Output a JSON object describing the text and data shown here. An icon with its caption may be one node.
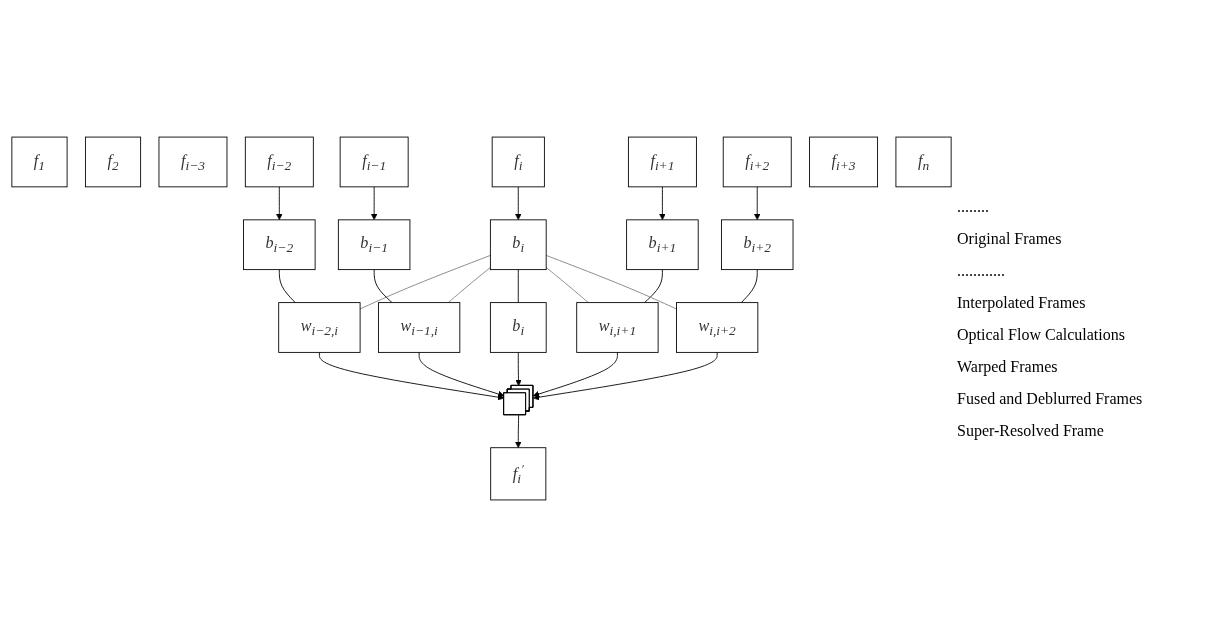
{
  "diagram": {
    "nodes": [
      {
        "text": [
          "f$_{1}$"
        ]
      },
      {
        "text": [
          "f$_{2}$"
        ]
      },
      {
        "text": [
          "f$_{i−3}$"
        ]
      },
      {
        "text": [
          "f$_{i−2}$"
        ]
      },
      {
        "text": [
          "f$_{i−1}$"
        ]
      },
      {
        "text": [
          "f$_{i}$"
        ]
      },
      {
        "text": [
          "f$_{i+1}$"
        ]
      },
      {
        "text": [
          "f$_{i+2}$"
        ]
      },
      {
        "text": [
          "f$_{i+3}$"
        ]
      },
      {
        "text": [
          "f$_{n}$"
        ]
      },
      {
        "text": [
          "b$_{i−2}$"
        ]
      },
      {
        "text": [
          "b$_{i−1}$"
        ]
      },
      {
        "text": [
          "b$_{i}$"
        ]
      },
      {
        "text": [
          "b$_{i+1}$"
        ]
      },
      {
        "text": [
          "b$_{i+2}$"
        ]
      },
      {
        "text": [
          "w$_{i−2,i}$"
        ]
      },
      {
        "text": [
          "w$_{i−1,i}$"
        ]
      },
      {
        "text": [
          "b$_{i}$"
        ]
      },
      {
        "text": [
          "w$_{i,i+1}$"
        ]
      },
      {
        "text": [
          "w$_{i,i+2}$"
        ]
      },
      {
        "text": [],
        "shape": "box"
      },
      {
        "text": [
          "f$_{i}$$^{′}$"
        ]
      }
    ],
    "edges": [
      {
        "from": 3,
        "to": 10,
        "arrow": "to"
      },
      {
        "from": 4,
        "to": 11,
        "arrow": "to"
      },
      {
        "from": 5,
        "to": 12,
        "arrow": "to"
      },
      {
        "from": 6,
        "to": 13,
        "arrow": "to"
      },
      {
        "from": 7,
        "to": 14,
        "arrow": "to"
      },
      {
        "from": 10,
        "to": 15,
        "arrow": "none"
      },
      {
        "from": 12,
        "to": 15,
        "arrow": "none",
        "color": "#808080"
      },
      {
        "from": 11,
        "to": 16,
        "arrow": "none"
      },
      {
        "from": 12,
        "to": 16,
        "arrow": "none",
        "color": "#808080"
      },
      {
        "from": 12,
        "to": 17,
        "arrow": "none"
      },
      {
        "from": 13,
        "to": 18,
        "arrow": "none"
      },
      {
        "from": 12,
        "to": 18,
        "arrow": "none",
        "color": "#808080"
      },
      {
        "from": 14,
        "to": 19,
        "arrow": "none"
      },
      {
        "from": 12,
        "to": 19,
        "arrow": "none",
        "color": "#808080"
      },
      {
        "from": 15,
        "to": 20,
        "arrow": "to"
      },
      {
        "from": 16,
        "to": 20,
        "arrow": "to"
      },
      {
        "from": 17,
        "to": 20,
        "arrow": "to"
      },
      {
        "from": 18,
        "to": 20,
        "arrow": "to"
      },
      {
        "from": 19,
        "to": 20,
        "arrow": "to"
      },
      {
        "from": 20,
        "to": 21,
        "arrow": "to"
      }
    ],
    "labels": [
      "........",
      "Original Frames",
      "............",
      "Interpolated Frames",
      "Optical Flow Calculations",
      "Warped Frames",
      "Fused and Deblurred Frames",
      "Super-Resolved Frame"
    ]
  }
}
